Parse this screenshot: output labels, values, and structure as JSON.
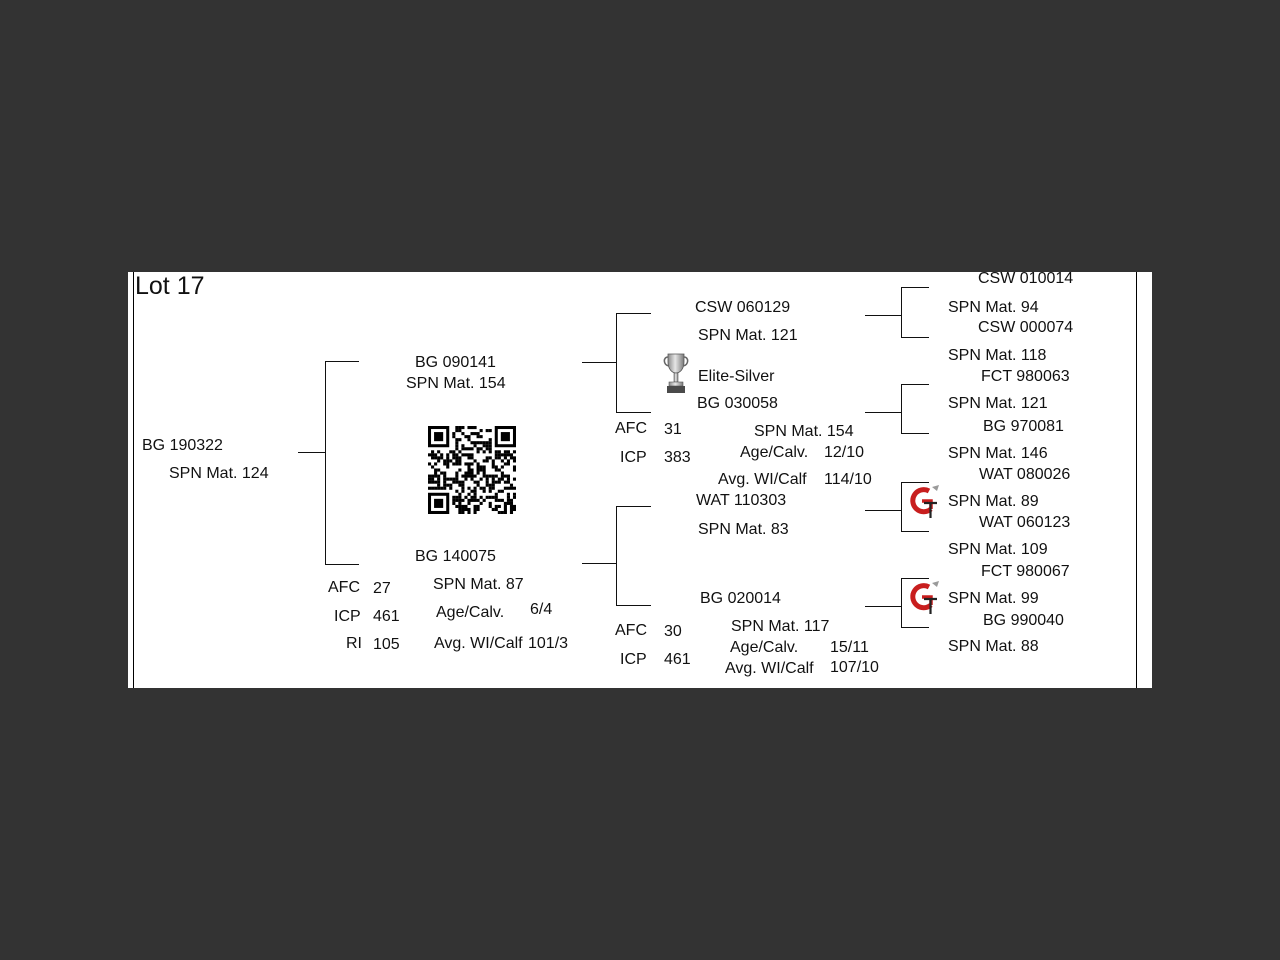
{
  "lot": "Lot 17",
  "subject": {
    "id": "BG  190322",
    "mat": "SPN Mat. 124"
  },
  "sire": {
    "id": "BG  090141",
    "mat": "SPN Mat. 154"
  },
  "dam": {
    "id": "BG  140075",
    "mat": "SPN Mat. 87",
    "age_label": "Age/Calv.",
    "age_value": "6/4",
    "avg_label": "Avg. WI/Calf",
    "avg_value": "101/3",
    "afc_label": "AFC",
    "afc_value": "27",
    "icp_label": "ICP",
    "icp_value": "461",
    "ri_label": "RI",
    "ri_value": "105"
  },
  "ss": {
    "id": "CSW 060129",
    "mat": "SPN Mat. 121"
  },
  "sd": {
    "badge": "Elite-Silver",
    "id": "BG  030058",
    "mat": "SPN Mat. 154",
    "age_label": "Age/Calv.",
    "age_value": "12/10",
    "avg_label": "Avg. WI/Calf",
    "avg_value": "114/10",
    "afc_label": "AFC",
    "afc_value": "31",
    "icp_label": "ICP",
    "icp_value": "383"
  },
  "ds": {
    "id": "WAT 110303",
    "mat": "SPN Mat. 83"
  },
  "dd": {
    "id": "BG  020014",
    "mat": "SPN Mat. 117",
    "age_label": "Age/Calv.",
    "age_value": "15/11",
    "avg_label": "Avg. WI/Calf",
    "avg_value": "107/10",
    "afc_label": "AFC",
    "afc_value": "30",
    "icp_label": "ICP",
    "icp_value": "461"
  },
  "great_grandparents": [
    {
      "id": "CSW 010014",
      "mat": "SPN Mat. 94"
    },
    {
      "id": "CSW 000074",
      "mat": "SPN Mat. 118"
    },
    {
      "id": "FCT 980063",
      "mat": "SPN Mat. 121"
    },
    {
      "id": "BG  970081",
      "mat": "SPN Mat. 146"
    },
    {
      "id": "WAT 080026",
      "mat": "SPN Mat. 89"
    },
    {
      "id": "WAT 060123",
      "mat": "SPN Mat. 109"
    },
    {
      "id": "FCT 980067",
      "mat": "SPN Mat. 99"
    },
    {
      "id": "BG  990040",
      "mat": "SPN Mat. 88"
    }
  ],
  "icons": {
    "qr": "qr-code-icon",
    "trophy": "trophy-icon",
    "gt": "gt-logo-icon"
  },
  "colors": {
    "background": "#333333",
    "paper": "#ffffff",
    "text": "#111111",
    "logo_red": "#c81e1e"
  }
}
